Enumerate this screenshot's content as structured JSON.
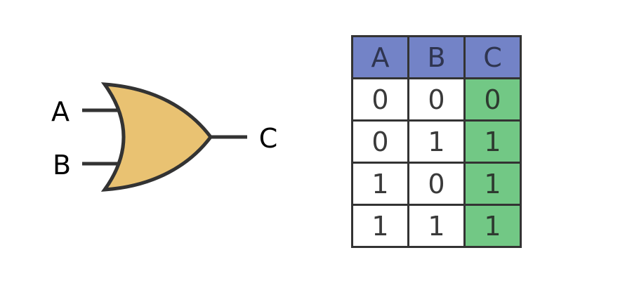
{
  "gate": {
    "input_a": "A",
    "input_b": "B",
    "output": "C",
    "fill_color": "#e9c272",
    "stroke_color": "#333333"
  },
  "truth_table": {
    "header_color": "#7383c7",
    "output_color": "#72c885",
    "headers": [
      "A",
      "B",
      "C"
    ],
    "rows": [
      [
        "0",
        "0",
        "0"
      ],
      [
        "0",
        "1",
        "1"
      ],
      [
        "1",
        "0",
        "1"
      ],
      [
        "1",
        "1",
        "1"
      ]
    ]
  }
}
